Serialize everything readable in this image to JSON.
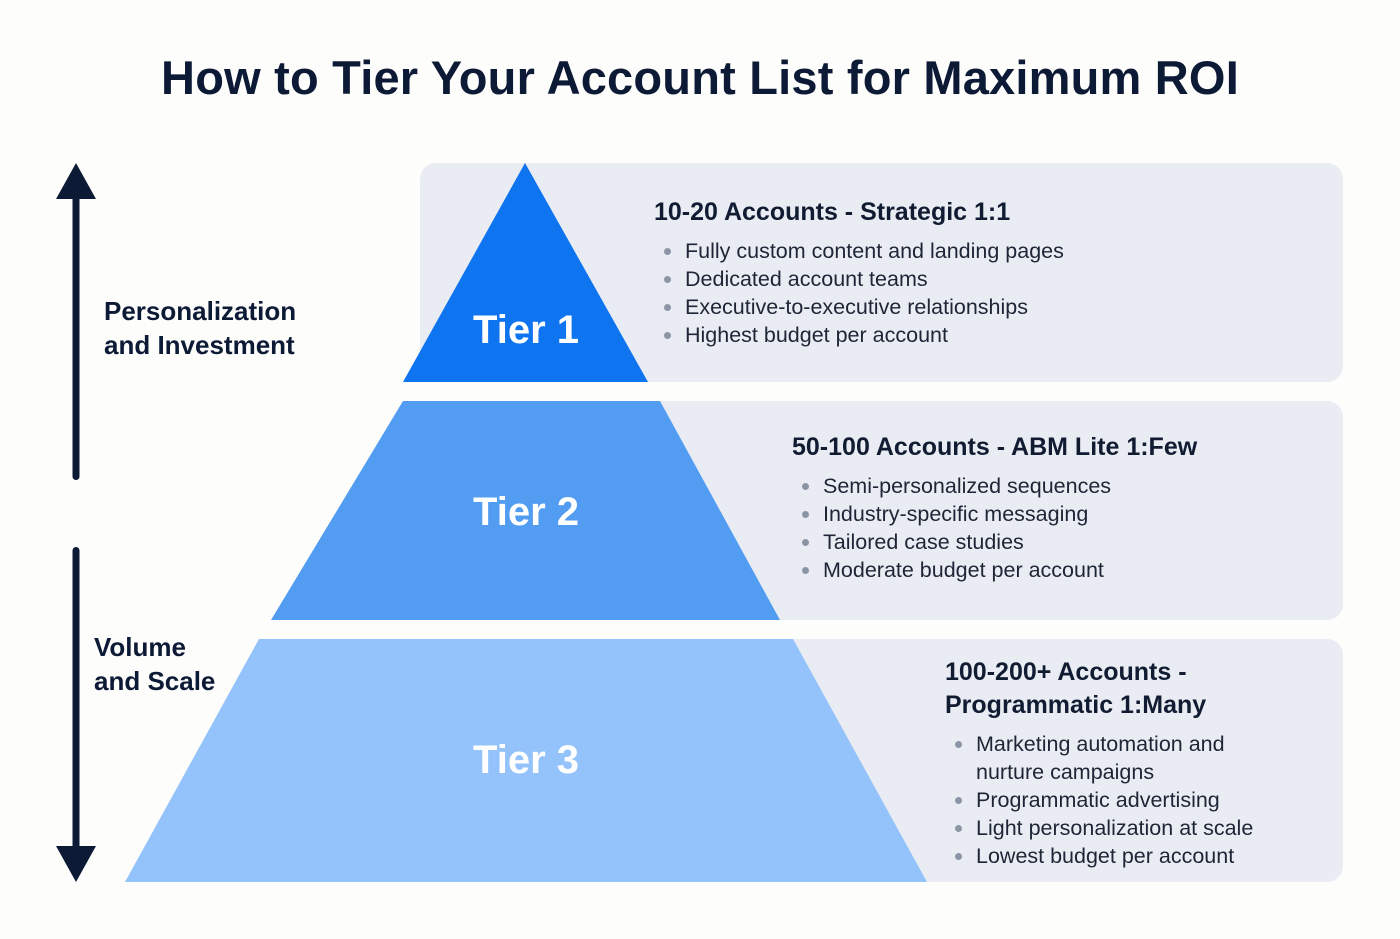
{
  "title": "How to Tier Your Account List for Maximum ROI",
  "axis": {
    "up_label_line1": "Personalization",
    "up_label_line2": "and Investment",
    "down_label_line1": "Volume",
    "down_label_line2": "and Scale",
    "arrow_color": "#0d1a36"
  },
  "tiers": [
    {
      "label": "Tier 1",
      "color": "#0f74f0",
      "heading": "10-20 Accounts - Strategic 1:1",
      "bullets": [
        "Fully custom content and landing pages",
        "Dedicated account teams",
        "Executive-to-executive relationships",
        "Highest budget per account"
      ]
    },
    {
      "label": "Tier 2",
      "color": "#529cf2",
      "heading": "50-100 Accounts - ABM Lite 1:Few",
      "bullets": [
        "Semi-personalized sequences",
        "Industry-specific messaging",
        "Tailored case studies",
        "Moderate budget per account"
      ]
    },
    {
      "label": "Tier 3",
      "color": "#93c3fa",
      "heading_line1": "100-200+ Accounts -",
      "heading_line2": "Programmatic 1:Many",
      "bullets": [
        "Marketing automation and",
        "nurture campaigns",
        "Programmatic advertising",
        "Light personalization at scale",
        "Lowest budget per account"
      ]
    }
  ],
  "panel_color": "#e9ecf2"
}
